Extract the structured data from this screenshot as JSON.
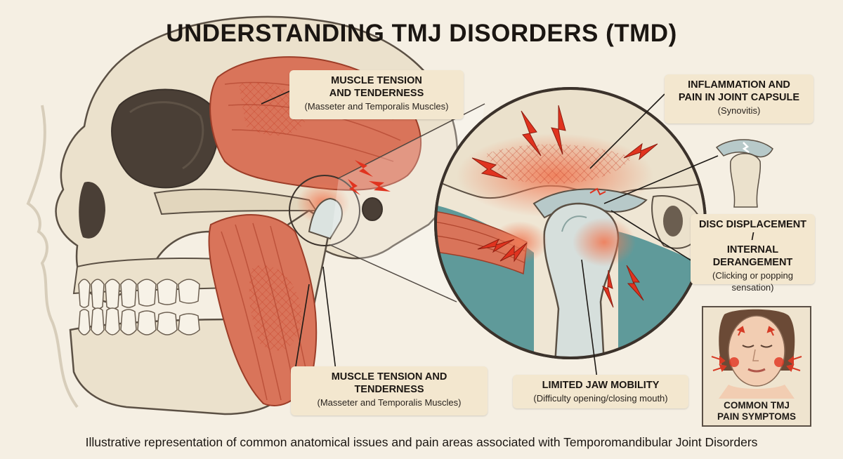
{
  "title": "UNDERSTANDING TMJ DISORDERS (TMD)",
  "labels": {
    "muscle_top": {
      "heading": "MUSCLE TENSION\nAND TENDERNESS",
      "sub": "(Masseter and Temporalis Muscles)"
    },
    "inflammation": {
      "heading": "INFLAMMATION AND\nPAIN IN JOINT CAPSULE",
      "sub": "(Synovitis)"
    },
    "disc": {
      "heading": "DISC DISPLACEMENT /\nINTERNAL\nDERANGEMENT",
      "sub": "(Clicking or popping\nsensation)"
    },
    "muscle_bottom": {
      "heading": "MUSCLE TENSION AND\nTENDERNESS",
      "sub": "(Masseter and Temporalis Muscles)"
    },
    "mobility": {
      "heading": "LIMITED JAW MOBILITY",
      "sub": "(Difficulty opening/closing mouth)"
    }
  },
  "inset": {
    "caption": "COMMON TMJ\nPAIN SYMPTOMS"
  },
  "caption": "Illustrative representation of common anatomical issues and pain areas associated with Temporomandibular Joint Disorders",
  "colors": {
    "background": "#f5efe3",
    "bone": "#ebe1cc",
    "muscle": "#d9745a",
    "pain": "#e0331f",
    "label_bg": "#f3e7cf",
    "cartilage": "#b7c9c9"
  }
}
